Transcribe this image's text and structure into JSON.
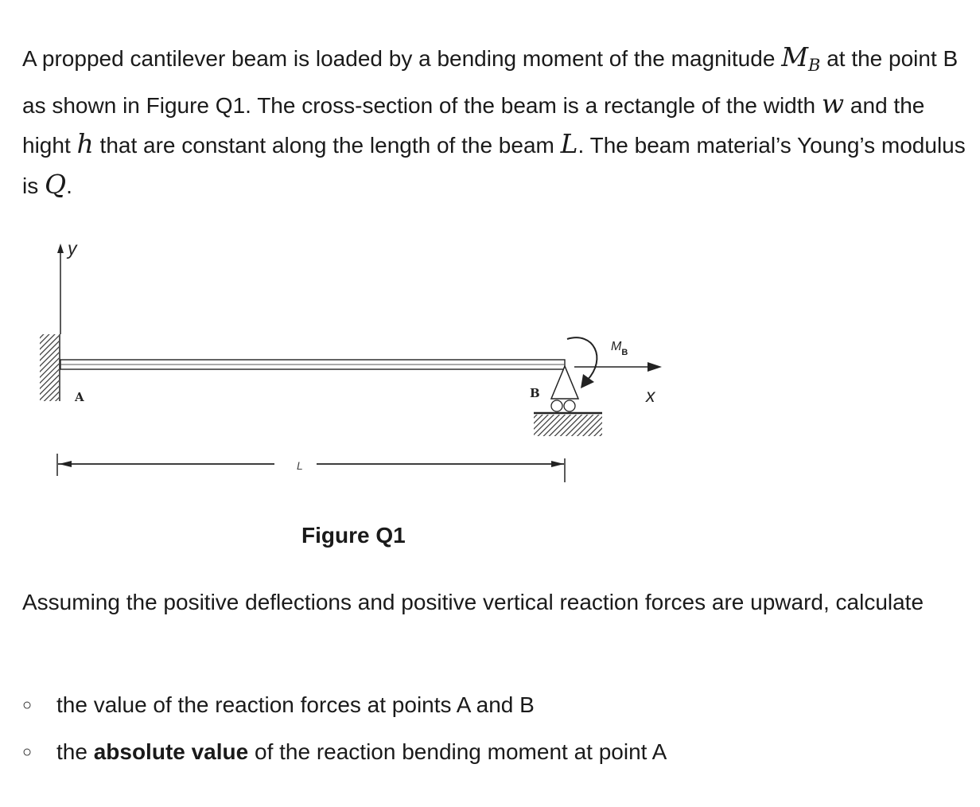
{
  "intro": {
    "t1": "A propped cantilever beam is loaded by a bending moment of the magnitude ",
    "m_main": "M",
    "m_sub": "B",
    "t2": " at the point B as shown in Figure Q1. The cross-section of the beam is a rectangle of the width ",
    "w": "w",
    "t3": " and the hight ",
    "h": "h",
    "t4": " that are constant along the length of the beam ",
    "L": "L",
    "t5": ". The beam material’s Young’s modulus is ",
    "Q": "Q",
    "t6": "."
  },
  "figure": {
    "y_label": "y",
    "x_label": "x",
    "label_a": "A",
    "label_b": "B",
    "moment_main": "M",
    "moment_sub": "B",
    "length_label": "L",
    "caption": "Figure Q1"
  },
  "question": {
    "text": "Assuming the positive deflections and positive vertical reaction forces are upward, calculate",
    "bullet_marker": "○",
    "bullets": [
      {
        "before": "the value of the reaction forces at points A and B",
        "bold": "",
        "after": ""
      },
      {
        "before": "the ",
        "bold": "absolute value",
        "after": " of the reaction bending moment at point A"
      }
    ]
  }
}
